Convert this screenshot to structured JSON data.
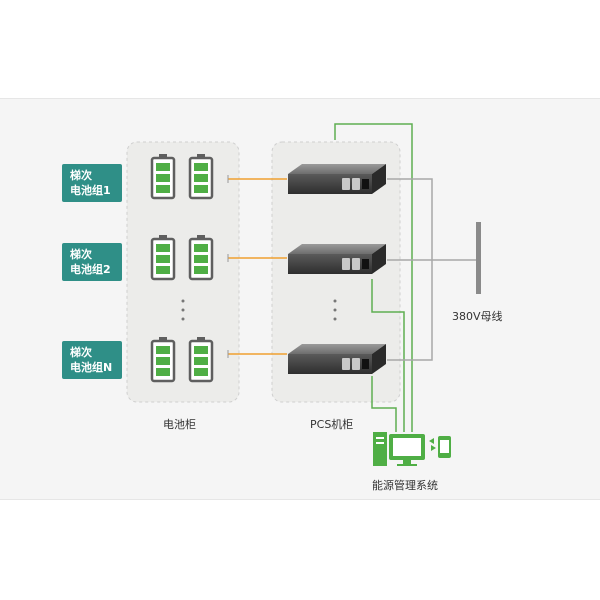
{
  "groups": [
    {
      "line1": "梯次",
      "line2": "电池组1"
    },
    {
      "line1": "梯次",
      "line2": "电池组2"
    },
    {
      "line1": "梯次",
      "line2": "电池组N"
    }
  ],
  "labels": {
    "battery_cabinet": "电池柜",
    "pcs_cabinet": "PCS机柜",
    "bus": "380V母线",
    "ems": "能源管理系统"
  },
  "colors": {
    "group_tag": "#2f8f87",
    "battery_green": "#4fae45",
    "power_line": "#f0a030",
    "ac_line": "#a8a8a8",
    "comm_line": "#5fae52"
  }
}
